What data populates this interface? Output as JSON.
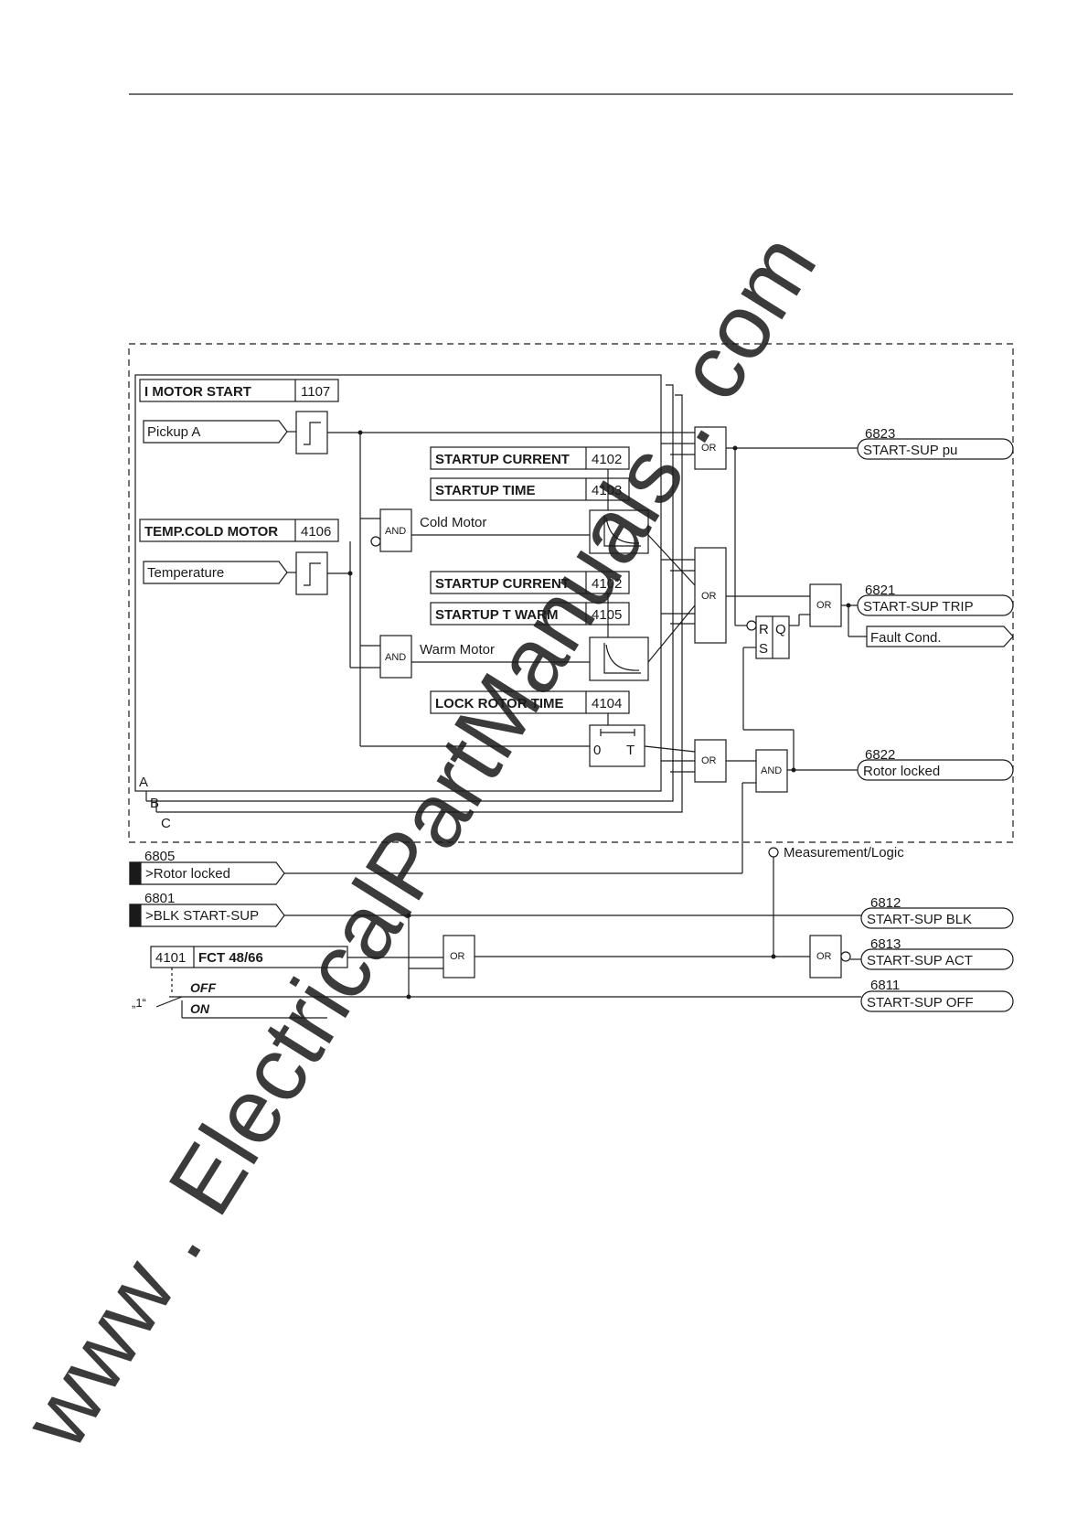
{
  "diagram": {
    "parameters": {
      "motor_start": {
        "label": "I MOTOR START",
        "num": "1107"
      },
      "startup_current_1": {
        "label": "STARTUP CURRENT",
        "num": "4102"
      },
      "startup_time": {
        "label": "STARTUP TIME",
        "num": "4103"
      },
      "temp_cold_motor": {
        "label": "TEMP.COLD MOTOR",
        "num": "4106"
      },
      "startup_current_2": {
        "label": "STARTUP CURRENT",
        "num": "4102"
      },
      "startup_t_warm": {
        "label": "STARTUP T WARM",
        "num": "4105"
      },
      "lock_rotor_time": {
        "label": "LOCK ROTOR TIME",
        "num": "4104"
      },
      "fct": {
        "label": "FCT 48/66",
        "num": "4101"
      }
    },
    "inputs": {
      "pickup_a": "Pickup A",
      "temperature": "Temperature",
      "rotor_locked_in": {
        "num": "6805",
        "label": ">Rotor locked"
      },
      "blk_start_sup": {
        "num": "6801",
        "label": ">BLK START-SUP"
      }
    },
    "internal": {
      "cold_motor": "Cold Motor",
      "warm_motor": "Warm Motor",
      "timer_zero": "0",
      "timer_t": "T",
      "phase_a": "A",
      "phase_b": "B",
      "phase_c": "C",
      "measurement_logic": "Measurement/Logic",
      "const_one": "„1“",
      "off": "OFF",
      "on": "ON",
      "ff_r": "R",
      "ff_s": "S",
      "ff_q": "Q"
    },
    "gates": {
      "and": "AND",
      "or": "OR"
    },
    "outputs": {
      "start_sup_pu": {
        "num": "6823",
        "label": "START-SUP pu"
      },
      "start_sup_trip": {
        "num": "6821",
        "label": "START-SUP TRIP"
      },
      "fault_cond": {
        "label": "Fault Cond."
      },
      "rotor_locked_out": {
        "num": "6822",
        "label": "Rotor locked"
      },
      "start_sup_blk": {
        "num": "6812",
        "label": "START-SUP BLK"
      },
      "start_sup_act": {
        "num": "6813",
        "label": "START-SUP ACT"
      },
      "start_sup_off": {
        "num": "6811",
        "label": "START-SUP OFF"
      }
    }
  },
  "watermark": "www . ElectricalPartManuals . com",
  "colors": {
    "line": "#1a1a1a",
    "watermark": "#8c8c8c"
  }
}
